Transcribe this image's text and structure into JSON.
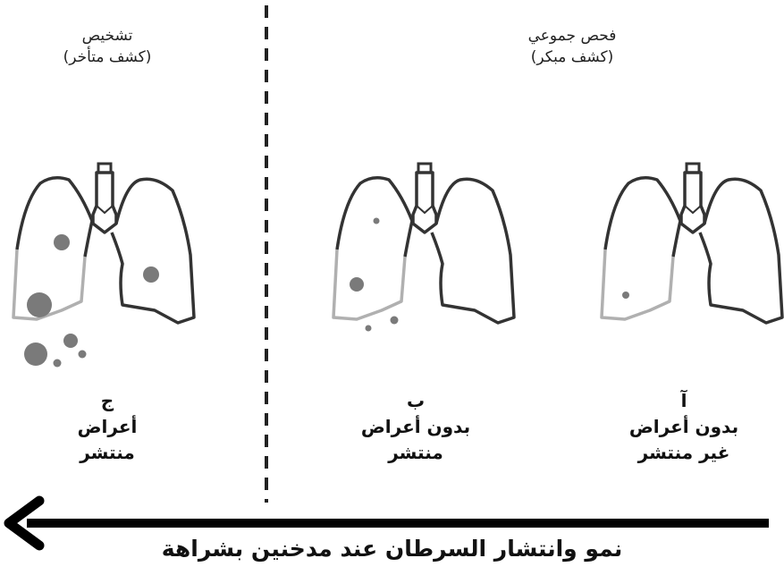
{
  "headers": {
    "screening": {
      "line1": "فحص جموعي",
      "line2": "(كشف مبكر)"
    },
    "diagnosis": {
      "line1": "تشخيص",
      "line2": "(كشف متأخر)"
    }
  },
  "stages": {
    "a": {
      "letter": "آ",
      "line1": "بدون أعراض",
      "line2": "غير منتشر"
    },
    "b": {
      "letter": "ب",
      "line1": "بدون أعراض",
      "line2": "منتشر"
    },
    "c": {
      "letter": "ج",
      "line1": "أعراض",
      "line2": "منتشر"
    }
  },
  "arrow": {
    "caption": "نمو وانتشار السرطان عند مدخنين بشراهة",
    "direction": "right-to-left"
  },
  "colors": {
    "outline_dark": "#333333",
    "outline_light": "#b0b0b0",
    "tumor": "#7a7a7a"
  }
}
